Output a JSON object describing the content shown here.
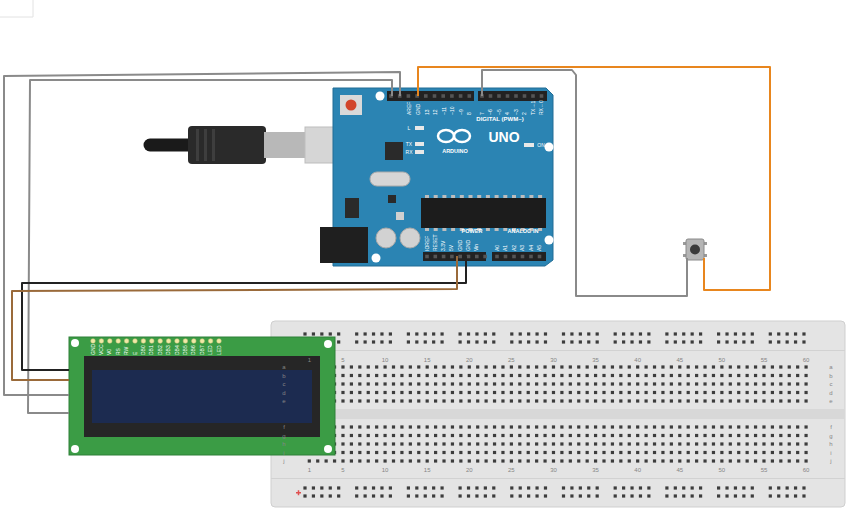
{
  "diagram": {
    "labels": [
      "UNO",
      "ARDUINO",
      "DIGITAL (PWM~)",
      "ON",
      "L",
      "TX",
      "RX",
      "POWER",
      "ANALOG IN",
      "AREF",
      "GND",
      "13",
      "12",
      "~11",
      "~10",
      "~9",
      "8",
      "7",
      "~6",
      "~5",
      "4",
      "~3",
      "2",
      "TX→1",
      "RX←0",
      "IOREF",
      "RESET",
      "3.3V",
      "5V",
      "GND",
      "GND",
      "Vin",
      "A0",
      "A1",
      "A2",
      "A3",
      "A4",
      "A5",
      "1",
      "5",
      "10",
      "15",
      "20",
      "25",
      "30",
      "35",
      "40",
      "45",
      "50",
      "55",
      "60",
      "1",
      "5",
      "10",
      "15",
      "20",
      "25",
      "30",
      "35",
      "40",
      "45",
      "50",
      "55",
      "60",
      "a",
      "b",
      "c",
      "d",
      "e",
      "f",
      "g",
      "h",
      "i",
      "j",
      "a",
      "b",
      "c",
      "d",
      "e",
      "f",
      "g",
      "h",
      "i",
      "j",
      "GND",
      "VCC",
      "V0",
      "RS",
      "RW",
      "E",
      "DB0",
      "DB1",
      "DB2",
      "DB3",
      "DB4",
      "DB5",
      "DB6",
      "DB7",
      "LED",
      "LED"
    ]
  }
}
